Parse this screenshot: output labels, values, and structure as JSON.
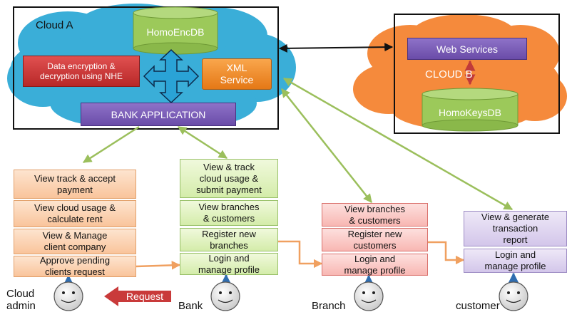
{
  "cloud_a": {
    "title": "Cloud A",
    "database": "HomoEncDB",
    "encryption_box": "Data encryption  &\ndecryption using NHE",
    "xml_service": "XML\nService",
    "bank_application": "BANK APPLICATION"
  },
  "cloud_b": {
    "title": "CLOUD B",
    "web_services": "Web Services",
    "database": "HomoKeysDB"
  },
  "admin_boxes": [
    "View track & accept\npayment",
    "View cloud usage &\ncalculate rent",
    "View & Manage\nclient company",
    "Approve pending\nclients request"
  ],
  "bank_boxes": [
    "View & track\ncloud usage &\nsubmit payment",
    "View  branches\n& customers",
    "Register new\nbranches",
    "Login and\nmanage profile"
  ],
  "branch_boxes": [
    "View  branches\n& customers",
    "Register new\ncustomers",
    "Login and\nmanage profile"
  ],
  "customer_boxes": [
    "View & generate\ntransaction\nreport",
    "Login and\nmanage profile"
  ],
  "request_label": "Request",
  "actors": {
    "cloud_admin": "Cloud\nadmin",
    "bank": "Bank",
    "branch": "Branch",
    "customer": "customer"
  },
  "colors": {
    "cloud_a": "#3aaed8",
    "cloud_b": "#f58a3c",
    "cylinder": "#9cc95a",
    "web_services": "#7a5cb8",
    "bank_application": "#7a5cb8",
    "xml_service": "#f28c28",
    "encryption_box": "#c9302c",
    "connector_green": "#9bbf5c",
    "connector_orange": "#f0a060",
    "request_arrow": "#c9302c"
  }
}
